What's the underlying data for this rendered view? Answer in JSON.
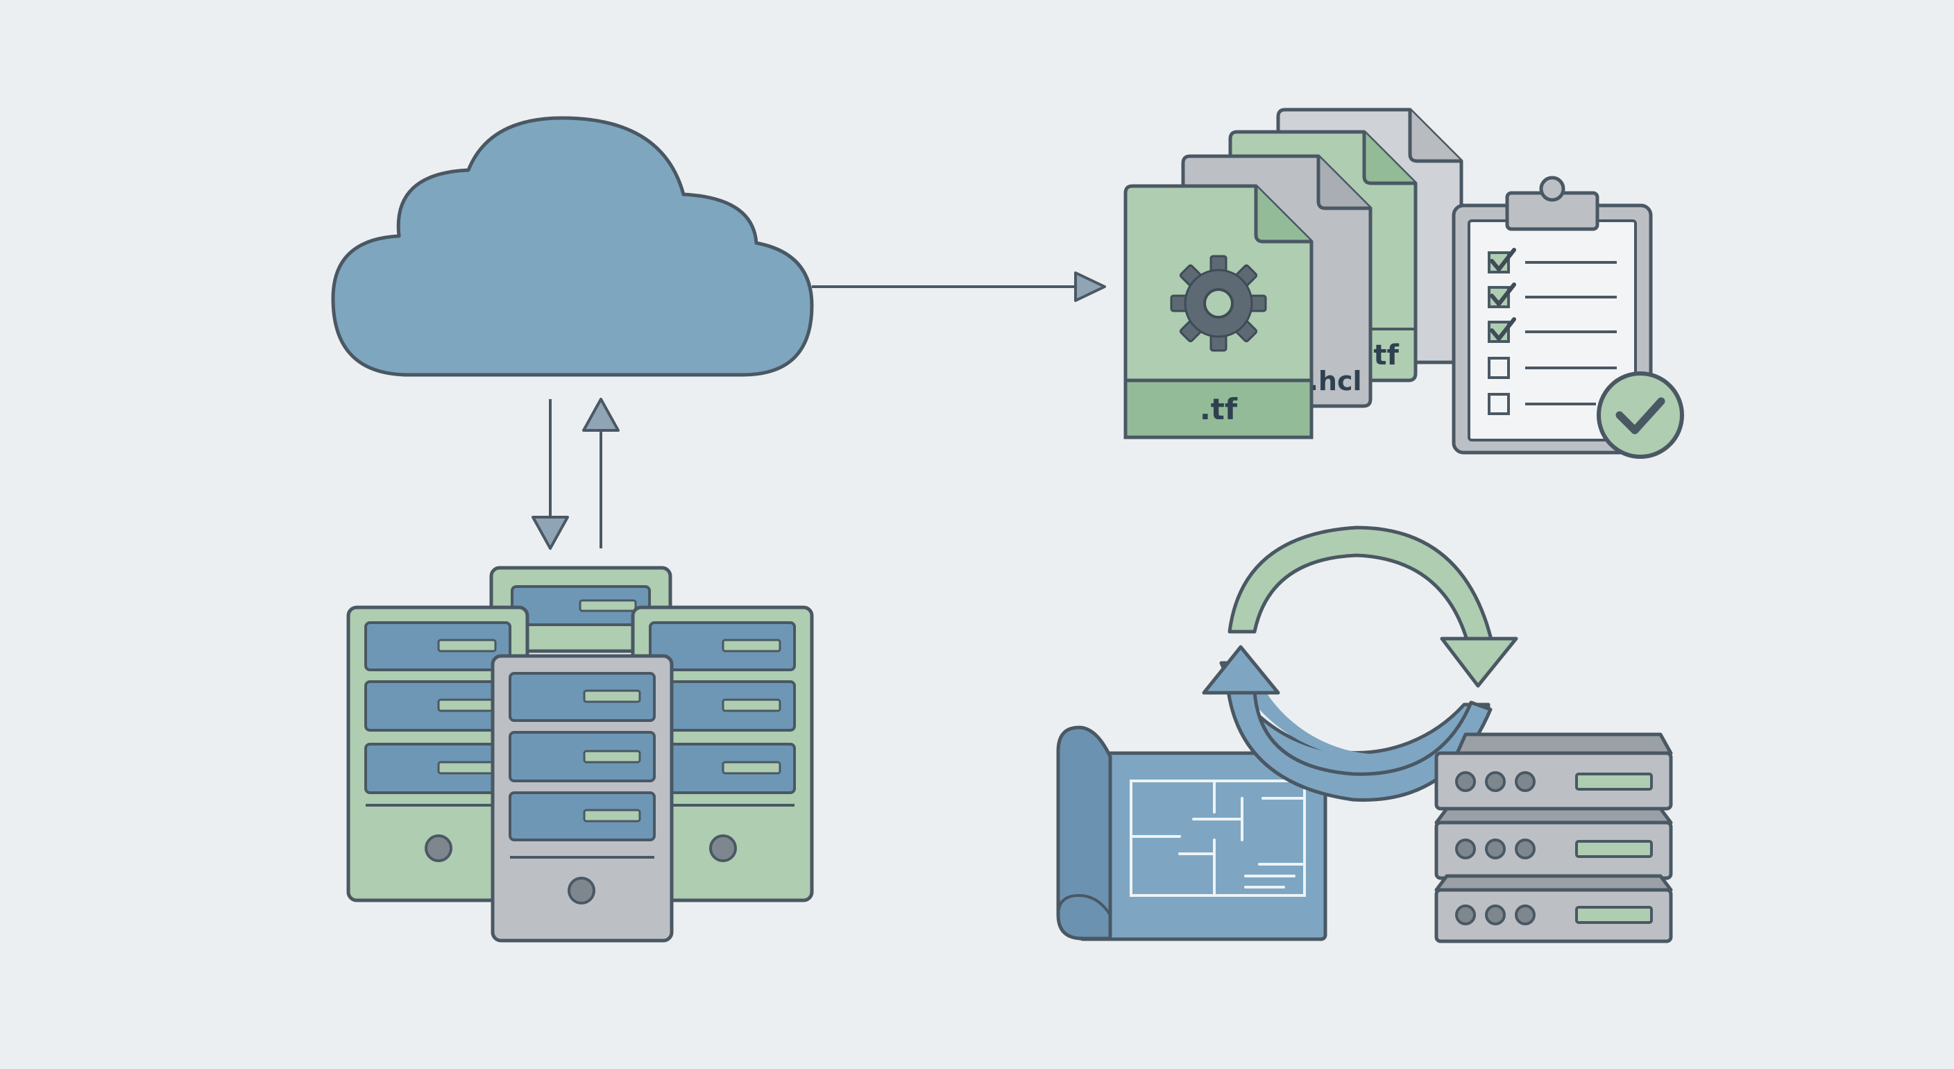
{
  "labels": {
    "tf_front": ".tf",
    "hcl": ".hcl",
    "tf_mid": ".tf"
  },
  "colors": {
    "background": "#eceff1",
    "outline": "#4a5864",
    "cloud_blue": "#7ea6bf",
    "green": "#aecdb1",
    "green_dark": "#93bb98",
    "gray": "#bcc0c5",
    "gray_light": "#cfd2d6",
    "slot_blue": "#6e97b5",
    "slot_gray": "#7f878e",
    "blueprint": "#7ea6c2"
  },
  "icons": {
    "cloud": "cloud-icon",
    "server_cluster": "server-rack-cluster-icon",
    "config_files": "config-files-icon",
    "gear": "gear-icon",
    "checklist": "clipboard-checklist-icon",
    "check_badge": "check-badge-icon",
    "sync": "sync-cycle-icon",
    "blueprint": "blueprint-icon",
    "server_stack": "server-stack-icon"
  }
}
